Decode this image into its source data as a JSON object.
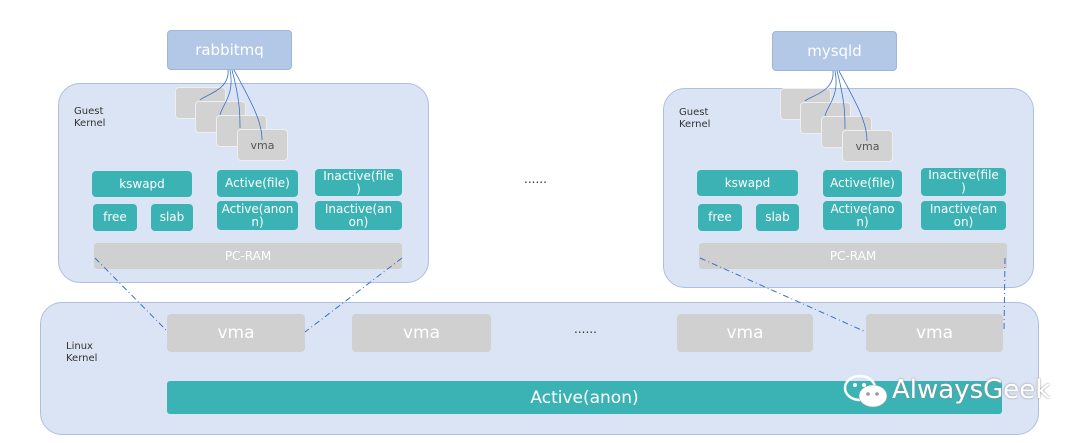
{
  "colors": {
    "panel": "#dbe4f4",
    "teal": "#3bb3b5",
    "gray": "#d0d0d0",
    "process": "#b3c7e6",
    "link": "#3a70c8"
  },
  "guest_left": {
    "label": "Guest\nKernel",
    "process": "rabbitmq",
    "vma": "vma",
    "kswapd": "kswapd",
    "free": "free",
    "slab": "slab",
    "active_file": "Active(file)",
    "inactive_file": "Inactive(file\n)",
    "active_anon": "Active(anon\nn)",
    "inactive_anon": "Inactive(an\non)",
    "pc_ram": "PC-RAM"
  },
  "guest_right": {
    "label": "Guest\nKernel",
    "process": "mysqld",
    "vma": "vma",
    "kswapd": "kswapd",
    "free": "free",
    "slab": "slab",
    "active_file": "Active(file)",
    "inactive_file": "Inactive(file\n)",
    "active_anon": "Active(ano\nn)",
    "inactive_anon": "Inactive(an\non)",
    "pc_ram": "PC-RAM"
  },
  "middle_ellipsis": "......",
  "host": {
    "label": "Linux\nKernel",
    "vma_1": "vma",
    "vma_2": "vma",
    "ellipsis": "......",
    "vma_3": "vma",
    "vma_4": "vma",
    "active_anon": "Active(anon)"
  },
  "watermark": {
    "icon": "wechat-icon",
    "text": "AlwaysGeek"
  }
}
